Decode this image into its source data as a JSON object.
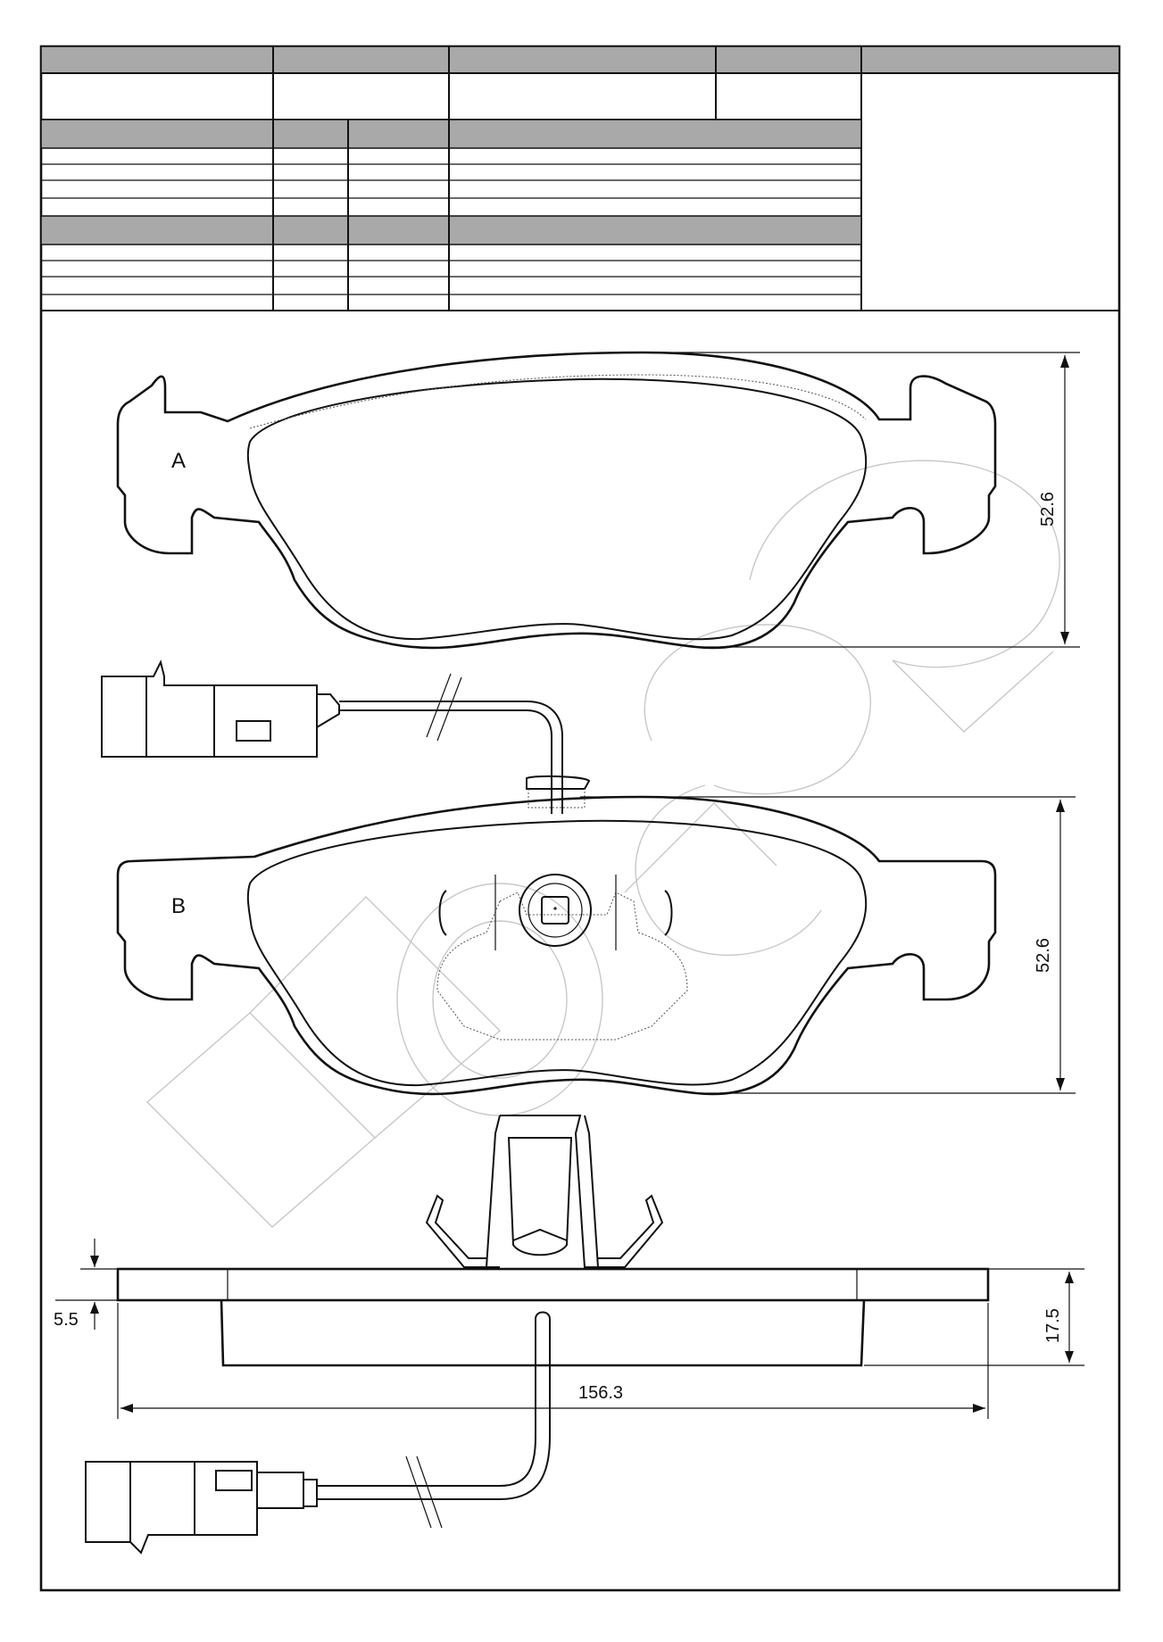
{
  "labels": {
    "pad_a": "A",
    "pad_b": "B"
  },
  "dimensions": {
    "pad_a_height": "52.6",
    "pad_b_height": "52.6",
    "backplate_thickness": "5.5",
    "total_thickness": "17.5",
    "length": "156.3"
  },
  "colors": {
    "header_fill": "#a9a9a9",
    "line": "#111111",
    "watermark": "#c8c8c8"
  }
}
